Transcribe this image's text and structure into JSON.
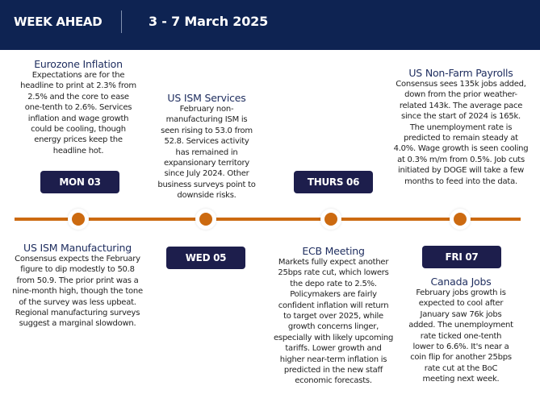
{
  "header": {
    "title": "WEEK AHEAD",
    "dates": "3 - 7 March 2025"
  },
  "colors": {
    "header": "#0e2352",
    "accent": "#cc6a10",
    "day_box": "#1d1e4c"
  },
  "days": {
    "mon": "MON 03",
    "wed": "WED 05",
    "thu": "THURS 06",
    "fri": "FRI 07"
  },
  "events": {
    "eurozone": {
      "title": "Eurozone Inflation",
      "body": "Expectations are for the\nheadline to print at  2.3% from\n2.5% and the core to ease\none-tenth to 2.6%. Services\ninflation and wage growth\ncould be cooling, though\nenergy prices keep the\nheadline hot."
    },
    "ism_services": {
      "title": "US ISM Services",
      "body": "February non-\nmanufacturing ISM is\nseen rising to 53.0 from\n52.8. Services activity\nhas remained in\nexpansionary territory\nsince July 2024. Other\nbusiness surveys point to\ndownside risks."
    },
    "nfp": {
      "title": "US Non-Farm Payrolls",
      "body": "Consensus sees 135k jobs added,\ndown from the prior weather-\nrelated 143k. The average pace\nsince the start of 2024 is 165k.\nThe unemployment rate is\npredicted to remain steady at\n4.0%. Wage growth is seen cooling\nat 0.3% m/m from 0.5%. Job cuts\ninitiated by DOGE will take a few\nmonths to feed into the data."
    },
    "ism_mfg": {
      "title": "US ISM Manufacturing",
      "body": "Consensus expects the February\nfigure to dip modestly to 50.8\nfrom 50.9. The prior print was a\nnine-month high, though the tone\nof the survey was less upbeat.\nRegional manufacturing surveys\nsuggest a marginal slowdown."
    },
    "ecb": {
      "title": "ECB Meeting",
      "body": "Markets fully expect another\n25bps rate cut, which lowers\nthe depo rate to 2.5%.\nPolicymakers are fairly\nconfident inflation will return\nto target over 2025, while\ngrowth concerns linger,\nespecially with likely upcoming\ntariffs. Lower growth and\nhigher near-term inflation is\npredicted in the new staff\neconomic forecasts."
    },
    "canada": {
      "title": "Canada Jobs",
      "body": "February jobs growth is\nexpected to cool after\nJanuary saw 76k jobs\nadded. The unemployment\nrate ticked one-tenth\nlower to 6.6%. It's near a\ncoin flip for another 25bps\nrate cut at the BoC\nmeeting next week."
    }
  }
}
